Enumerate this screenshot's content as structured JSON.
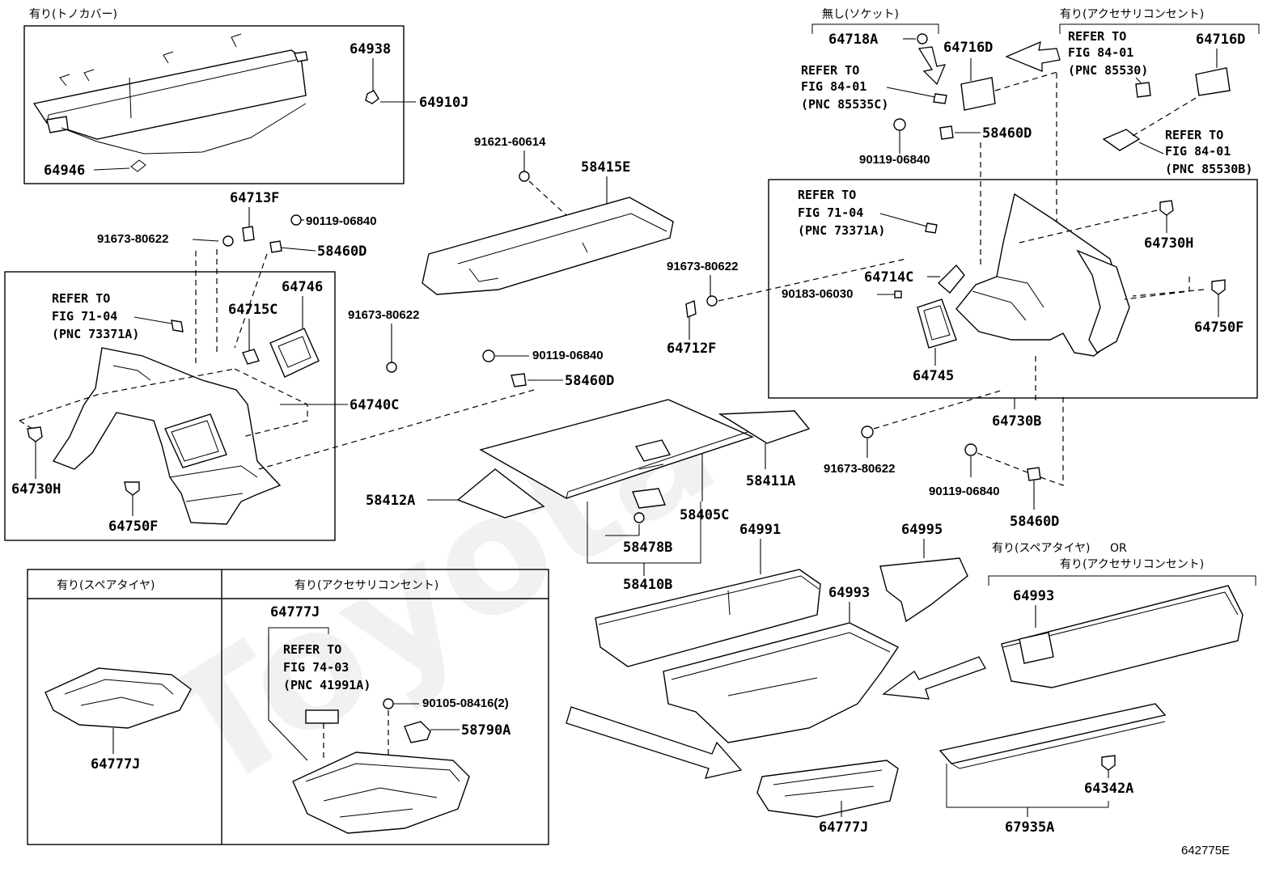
{
  "diagram_code": "642775E",
  "captions": {
    "tonneau": "有り(トノカバー)",
    "no_socket": "無し(ソケット)",
    "with_socket_top": "有り(アクセサリコンセント)",
    "spare_tire": "有り(スペアタイヤ)",
    "with_socket_bottom": "有り(アクセサリコンセント)",
    "spare_or_socket_1": "有り(スペアタイヤ)",
    "spare_or_socket_or": "OR",
    "spare_or_socket_2": "有り(アクセサリコンセント)"
  },
  "refs": {
    "r85535c": [
      "REFER TO",
      "FIG 84-01",
      "(PNC 85535C)"
    ],
    "r85530": [
      "REFER TO",
      "FIG 84-01",
      "(PNC 85530)"
    ],
    "r85530b": [
      "REFER TO",
      "FIG 84-01",
      "(PNC 85530B)"
    ],
    "r73371a_right": [
      "REFER TO",
      "FIG 71-04",
      "(PNC 73371A)"
    ],
    "r73371a_left": [
      "REFER TO",
      "FIG 71-04",
      "(PNC 73371A)"
    ],
    "r41991a": [
      "REFER TO",
      "FIG 74-03",
      "(PNC 41991A)"
    ]
  },
  "labels": {
    "p64938": "64938",
    "p64910j": "64910J",
    "p64946": "64946",
    "p64713f": "64713F",
    "p90119_a": "90119-06840",
    "p91673_a": "91673-80622",
    "p58460d_a": "58460D",
    "p64746": "64746",
    "p64715c": "64715C",
    "p64740c": "64740C",
    "p64730h_l": "64730H",
    "p64750f_l": "64750F",
    "p91621": "91621-60614",
    "p58415e": "58415E",
    "p91673_b": "91673-80622",
    "p90119_b": "90119-06840",
    "p58460d_b": "58460D",
    "p64718a": "64718A",
    "p64716d_a": "64716D",
    "p64716d_b": "64716D",
    "p58460d_c": "58460D",
    "p90119_c": "90119-06840",
    "p64730h_r": "64730H",
    "p64714c": "64714C",
    "p90183": "90183-06030",
    "p64750f_r": "64750F",
    "p64745": "64745",
    "p91673_c": "91673-80622",
    "p64712f": "64712F",
    "p64730b": "64730B",
    "p91673_d": "91673-80622",
    "p90119_d": "90119-06840",
    "p58460d_d": "58460D",
    "p58411a": "58411A",
    "p58412a": "58412A",
    "p58405c": "58405C",
    "p58478b": "58478B",
    "p58410b": "58410B",
    "p64991": "64991",
    "p64995": "64995",
    "p64993_a": "64993",
    "p64993_b": "64993",
    "p64777j_a": "64777J",
    "p64777j_b": "64777J",
    "p64777j_c": "64777J",
    "p90105": "90105-08416(2)",
    "p58790a": "58790A",
    "p64342a": "64342A",
    "p67935a": "67935A"
  }
}
